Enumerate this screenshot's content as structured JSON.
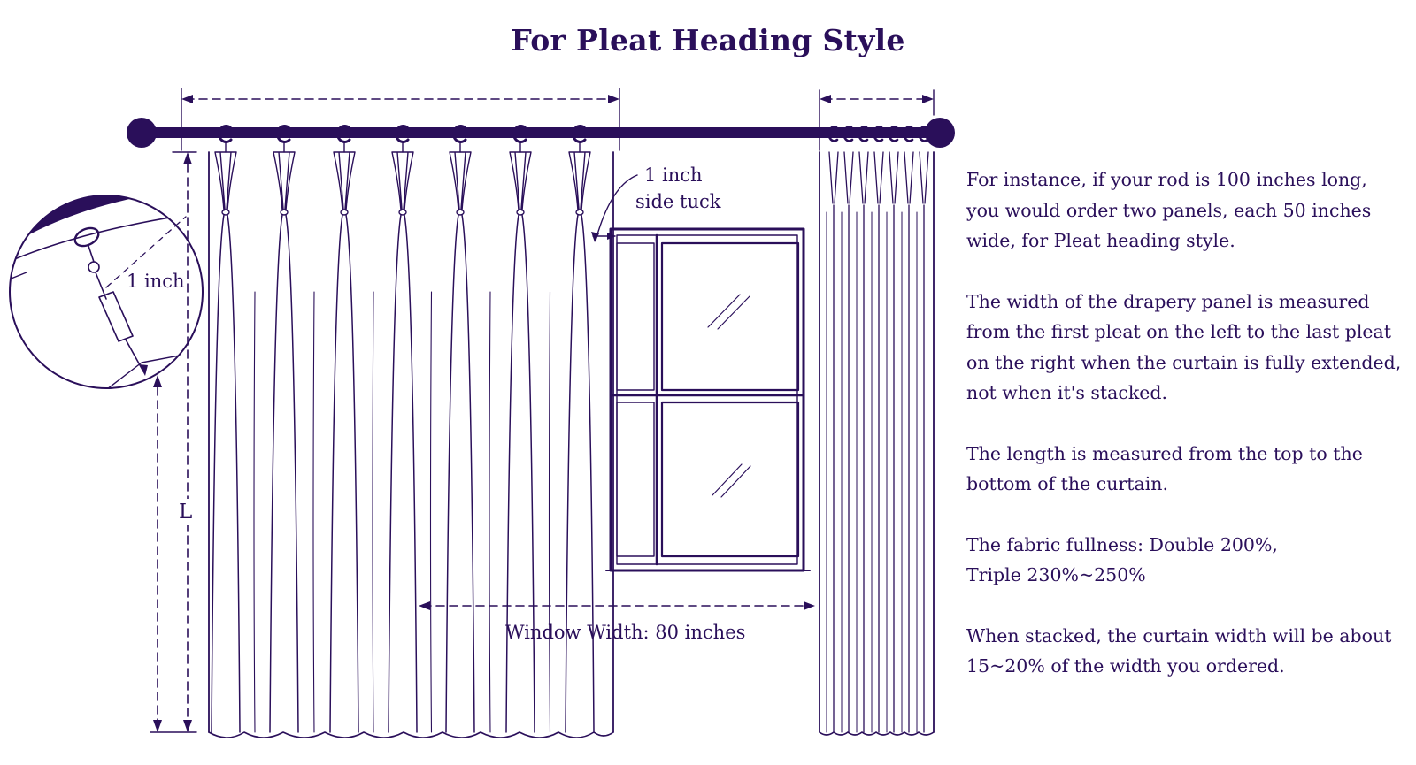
{
  "title": "For Pleat Heading Style",
  "labels": {
    "detail_inch": "1 inch",
    "side_tuck_line1": "1 inch",
    "side_tuck_line2": "side tuck",
    "length": "L",
    "window_width": "Window Width: 80 inches"
  },
  "notes": [
    {
      "lines": [
        "For instance, if your rod is 100 inches long,",
        "you would order two panels, each 50 inches",
        "wide, for Pleat heading style."
      ]
    },
    {
      "lines": [
        "The width of the drapery panel is measured",
        "from the first pleat on the left to the last pleat",
        "on the right when the curtain is fully extended,",
        "not when it's stacked."
      ]
    },
    {
      "lines": [
        "The length is measured from the top to the",
        "bottom of the curtain."
      ]
    },
    {
      "lines": [
        "The fabric fullness: Double 200%,",
        "Triple 230%~250%"
      ]
    },
    {
      "lines": [
        "When stacked, the curtain width will be about",
        "15~20% of the width you ordered."
      ]
    }
  ],
  "icons": [
    "curtain-rod",
    "curtain-ring",
    "pleat-hook",
    "window-pane"
  ],
  "colors": {
    "ink": "#2a0f5a",
    "background": "#ffffff"
  }
}
